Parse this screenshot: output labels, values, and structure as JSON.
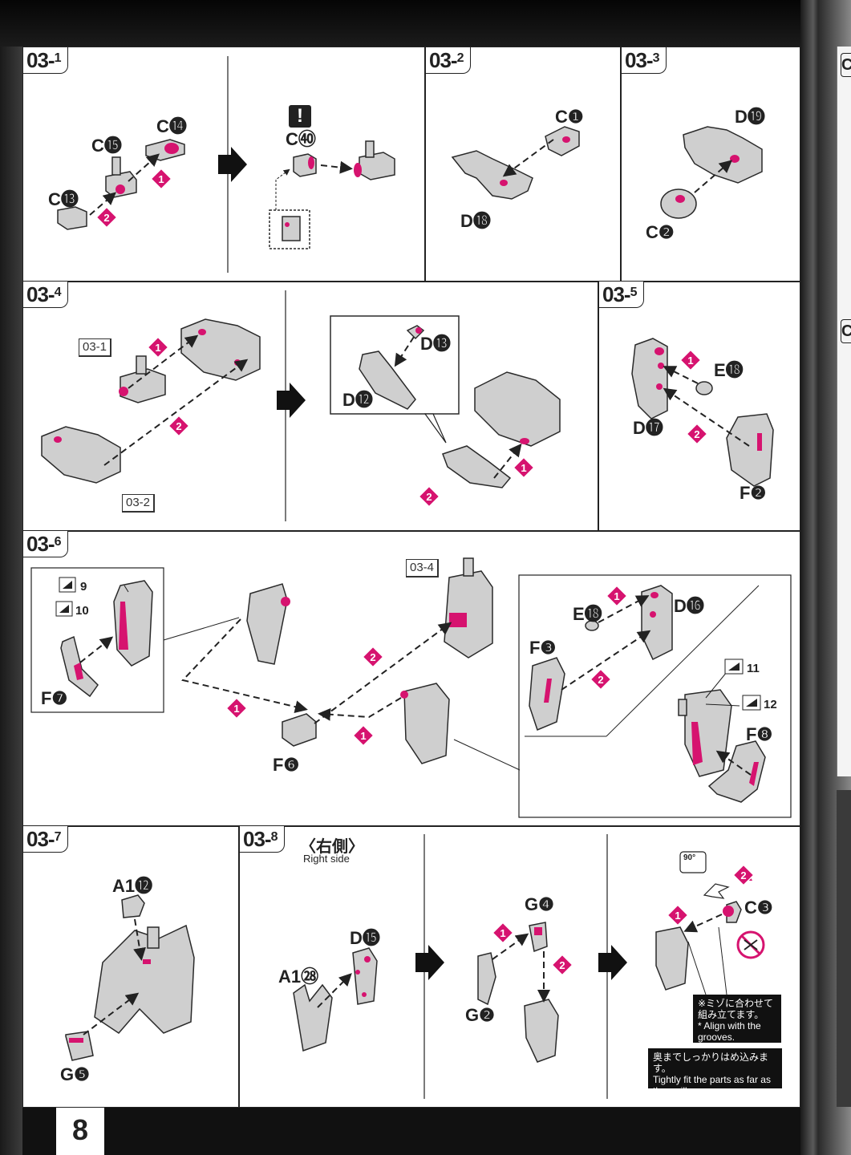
{
  "page_number": "8",
  "colors": {
    "accent": "#d6136f",
    "part_gray": "#cfcfcf",
    "outline": "#2a2a2a",
    "paper": "#ffffff"
  },
  "steps": [
    {
      "num": "03-",
      "sub": "1"
    },
    {
      "num": "03-",
      "sub": "2"
    },
    {
      "num": "03-",
      "sub": "3"
    },
    {
      "num": "03-",
      "sub": "4"
    },
    {
      "num": "03-",
      "sub": "5"
    },
    {
      "num": "03-",
      "sub": "6"
    },
    {
      "num": "03-",
      "sub": "7"
    },
    {
      "num": "03-",
      "sub": "8"
    }
  ],
  "parts": {
    "s1": [
      "C⓮",
      "C⓯",
      "C⓭",
      "C㊵"
    ],
    "s2": [
      "C❶",
      "D⓲"
    ],
    "s3": [
      "D⓳",
      "C❷"
    ],
    "s4": [
      "D⓭",
      "D⓬"
    ],
    "s5": [
      "E⓲",
      "D⓱",
      "F❷"
    ],
    "s6": [
      "F❼",
      "F❻",
      "E⓲",
      "D⓰",
      "F❸",
      "F❽"
    ],
    "s7": [
      "A1⓬",
      "G❺"
    ],
    "s8": [
      "D⓯",
      "A1㉘",
      "G❹",
      "G❷",
      "C❸"
    ]
  },
  "refs": {
    "r1": "03-1",
    "r2": "03-2",
    "r3": "03-4"
  },
  "seal_numbers": [
    "9",
    "10",
    "11",
    "12"
  ],
  "right_side_jp": "〈右側〉",
  "right_side_en": "Right side",
  "rotate_label": "90°",
  "note1_jp": "※ミゾに合わせて組み立てます。",
  "note1_en": "* Align with the grooves.",
  "note2_jp": "奥までしっかりはめ込みます。",
  "note2_en": "Tightly fit the parts as far as they will go.",
  "warning_symbol": "!",
  "next_page_tab": "C",
  "icons": {
    "warning": "exclamation-icon",
    "arrow": "step-arrow-icon",
    "no_cut": "no-cutting-icon",
    "rotate": "rotate-90-icon",
    "seal": "seal-sticker-icon"
  }
}
